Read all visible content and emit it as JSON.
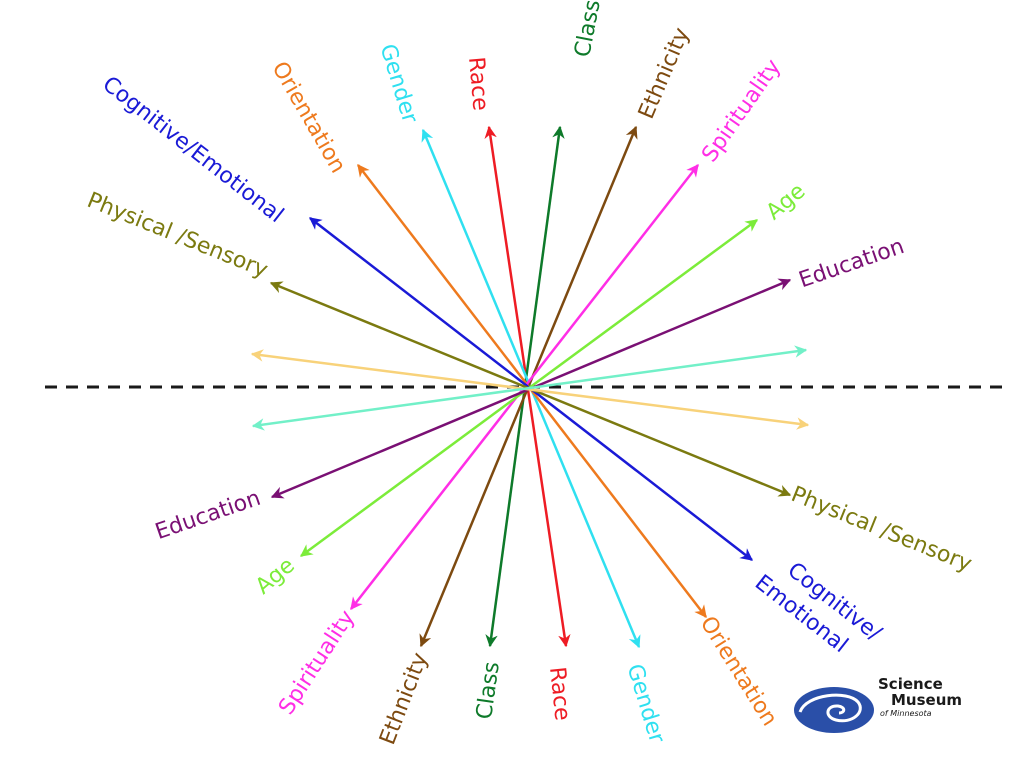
{
  "dimensions": [
    {
      "key": "orientation",
      "label": "Orientation",
      "color": "#ee7a1e"
    },
    {
      "key": "gender",
      "label": "Gender",
      "color": "#2fe0f0"
    },
    {
      "key": "race",
      "label": "Race",
      "color": "#ee1c24"
    },
    {
      "key": "class",
      "label": "Class",
      "color": "#0e7a2a"
    },
    {
      "key": "ethnicity",
      "label": "Ethnicity",
      "color": "#7d4a10"
    },
    {
      "key": "spirituality",
      "label": "Spirituality",
      "color": "#ff2ee6"
    },
    {
      "key": "age",
      "label": "Age",
      "color": "#7cec3a"
    },
    {
      "key": "education",
      "label": "Education",
      "color": "#7a1074"
    },
    {
      "key": "physical",
      "label": "Physical /Sensory",
      "color": "#7b7a10"
    },
    {
      "key": "cognitive",
      "label": "Cognitive/Emotional",
      "color": "#1a1ad6"
    },
    {
      "key": "cognitive_lower",
      "label": "Cognitive/\nEmotional",
      "color": "#1a1ad6"
    },
    {
      "key": "unlabeled_a",
      "label": "",
      "color": "#f8d27a"
    },
    {
      "key": "unlabeled_b",
      "label": "",
      "color": "#72f0c8"
    }
  ],
  "logo": {
    "line1": "Science",
    "line2": "Museum",
    "line3": "of Minnesota",
    "color": "#2a4fa8"
  },
  "divider_color": "#1a1a1a"
}
